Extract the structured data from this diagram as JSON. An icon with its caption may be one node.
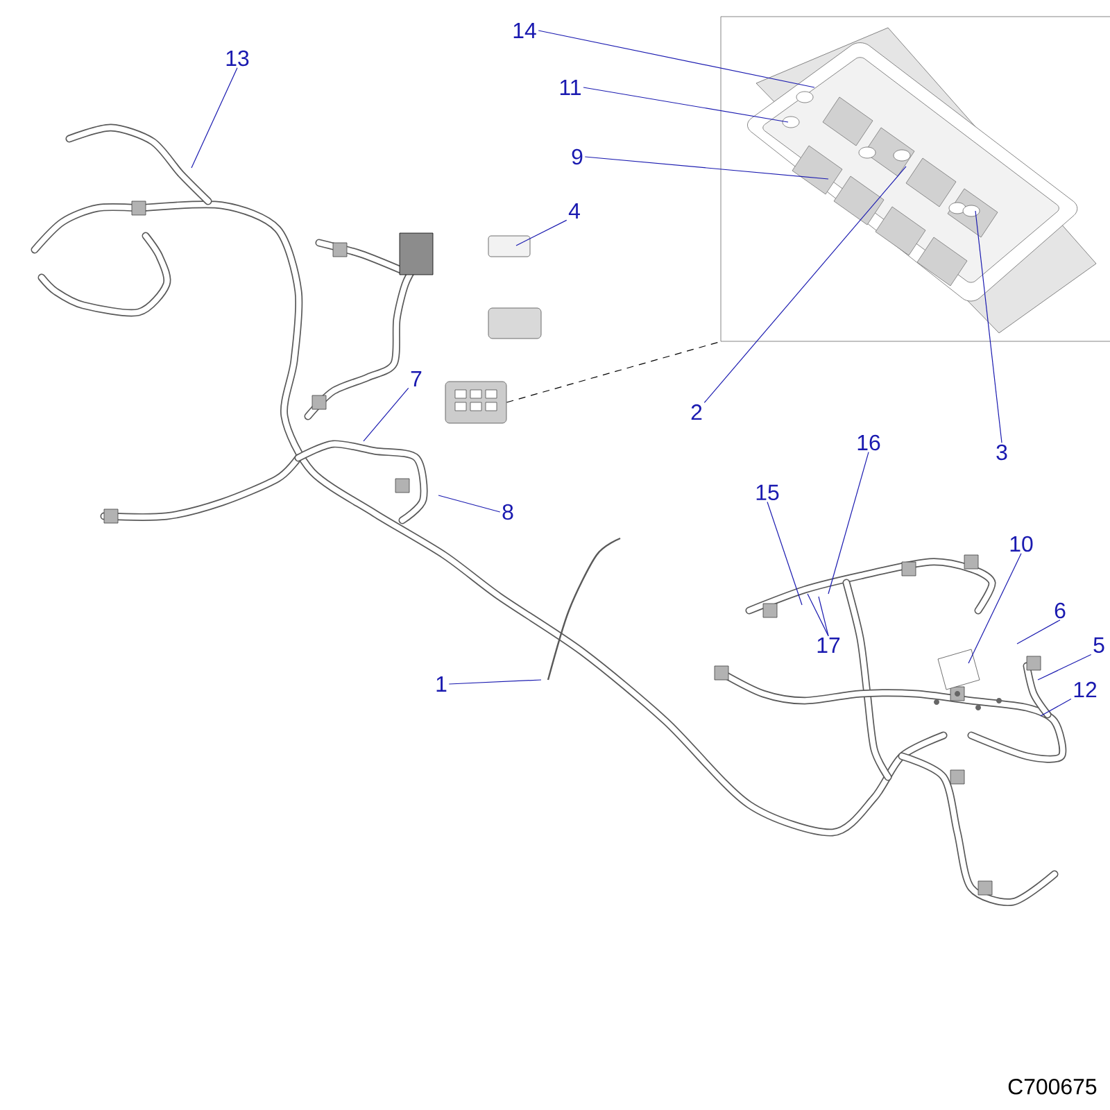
{
  "diagram": {
    "nodes": [
      {
        "text": [
          "14"
        ]
      },
      {
        "text": [
          "13"
        ]
      },
      {
        "text": [
          "11"
        ]
      },
      {
        "text": [
          "9"
        ]
      },
      {
        "text": [
          "4"
        ]
      },
      {
        "text": [
          "7"
        ]
      },
      {
        "text": [
          "2"
        ]
      },
      {
        "text": [
          "3"
        ]
      },
      {
        "text": [
          "8"
        ]
      },
      {
        "text": [
          "16"
        ]
      },
      {
        "text": [
          "15"
        ]
      },
      {
        "text": [
          "10"
        ]
      },
      {
        "text": [
          "6"
        ]
      },
      {
        "text": [
          "5"
        ]
      },
      {
        "text": [
          "1"
        ]
      },
      {
        "text": [
          "17"
        ]
      },
      {
        "text": [
          "12"
        ]
      },
      {
        "text": [],
        "shape": "picture"
      },
      {
        "text": [],
        "shape": "picture"
      }
    ],
    "edges": [
      {
        "from": 0,
        "to": 18,
        "arrow": "none"
      },
      {
        "from": 1,
        "to": null,
        "arrow": "none"
      },
      {
        "from": 2,
        "to": 18,
        "arrow": "none"
      },
      {
        "from": 3,
        "to": 18,
        "arrow": "none"
      },
      {
        "from": 4,
        "to": null,
        "arrow": "none"
      },
      {
        "from": 5,
        "to": null,
        "arrow": "none"
      },
      {
        "from": 6,
        "to": 18,
        "arrow": "none"
      },
      {
        "from": 7,
        "to": 18,
        "arrow": "none"
      },
      {
        "from": 8,
        "to": null,
        "arrow": "none"
      },
      {
        "from": 9,
        "to": null,
        "arrow": "none"
      },
      {
        "from": 10,
        "to": null,
        "arrow": "none"
      },
      {
        "from": 11,
        "to": null,
        "arrow": "none"
      },
      {
        "from": 12,
        "to": null,
        "arrow": "none"
      },
      {
        "from": 13,
        "to": null,
        "arrow": "none"
      },
      {
        "from": 14,
        "to": null,
        "arrow": "none"
      },
      {
        "from": 15,
        "to": null,
        "arrow": "none"
      },
      {
        "from": 15,
        "to": null,
        "arrow": "none"
      },
      {
        "from": 16,
        "to": null,
        "arrow": "none"
      },
      {
        "from": 17,
        "to": 18,
        "arrow": "none",
        "style": "dashed",
        "color": "#000000"
      }
    ],
    "labels": [
      "C700675"
    ]
  }
}
